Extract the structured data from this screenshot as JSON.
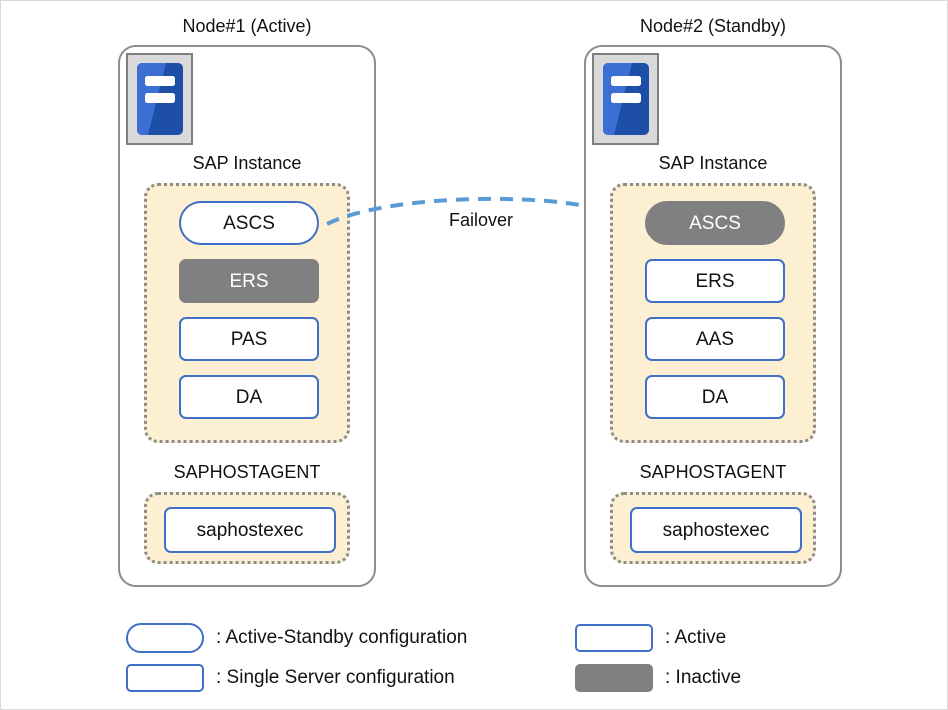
{
  "diagram": {
    "failover": {
      "label": "Failover",
      "color": "#5b9bd5"
    },
    "colors": {
      "active_border": "#3f6fc8",
      "inactive_fill": "#808080",
      "group_fill": "#fcefd2",
      "group_border": "#8c8c8c",
      "node_border": "#8d8d8d"
    }
  },
  "nodes": [
    {
      "title": "Node#1 (Active)",
      "icon": "server-icon",
      "sap_instance_label": "SAP Instance",
      "instances": [
        {
          "label": "ASCS",
          "shape": "pill",
          "state": "active"
        },
        {
          "label": "ERS",
          "shape": "rect",
          "state": "inactive"
        },
        {
          "label": "PAS",
          "shape": "rect",
          "state": "active"
        },
        {
          "label": "DA",
          "shape": "rect",
          "state": "active"
        }
      ],
      "saphostagent_label": "SAPHOSTAGENT",
      "agent": {
        "label": "saphostexec",
        "shape": "rect",
        "state": "active"
      }
    },
    {
      "title": "Node#2 (Standby)",
      "icon": "server-icon",
      "sap_instance_label": "SAP Instance",
      "instances": [
        {
          "label": "ASCS",
          "shape": "pill",
          "state": "inactive"
        },
        {
          "label": "ERS",
          "shape": "rect",
          "state": "active"
        },
        {
          "label": "AAS",
          "shape": "rect",
          "state": "active"
        },
        {
          "label": "DA",
          "shape": "rect",
          "state": "active"
        }
      ],
      "saphostagent_label": "SAPHOSTAGENT",
      "agent": {
        "label": "saphostexec",
        "shape": "rect",
        "state": "active"
      }
    }
  ],
  "legend": {
    "left": [
      {
        "swatch": "pill-active",
        "text": ": Active-Standby configuration"
      },
      {
        "swatch": "rect-active",
        "text": ": Single Server configuration"
      }
    ],
    "right": [
      {
        "swatch": "rect-active",
        "text": ": Active"
      },
      {
        "swatch": "rect-inactive",
        "text": ": Inactive"
      }
    ]
  }
}
